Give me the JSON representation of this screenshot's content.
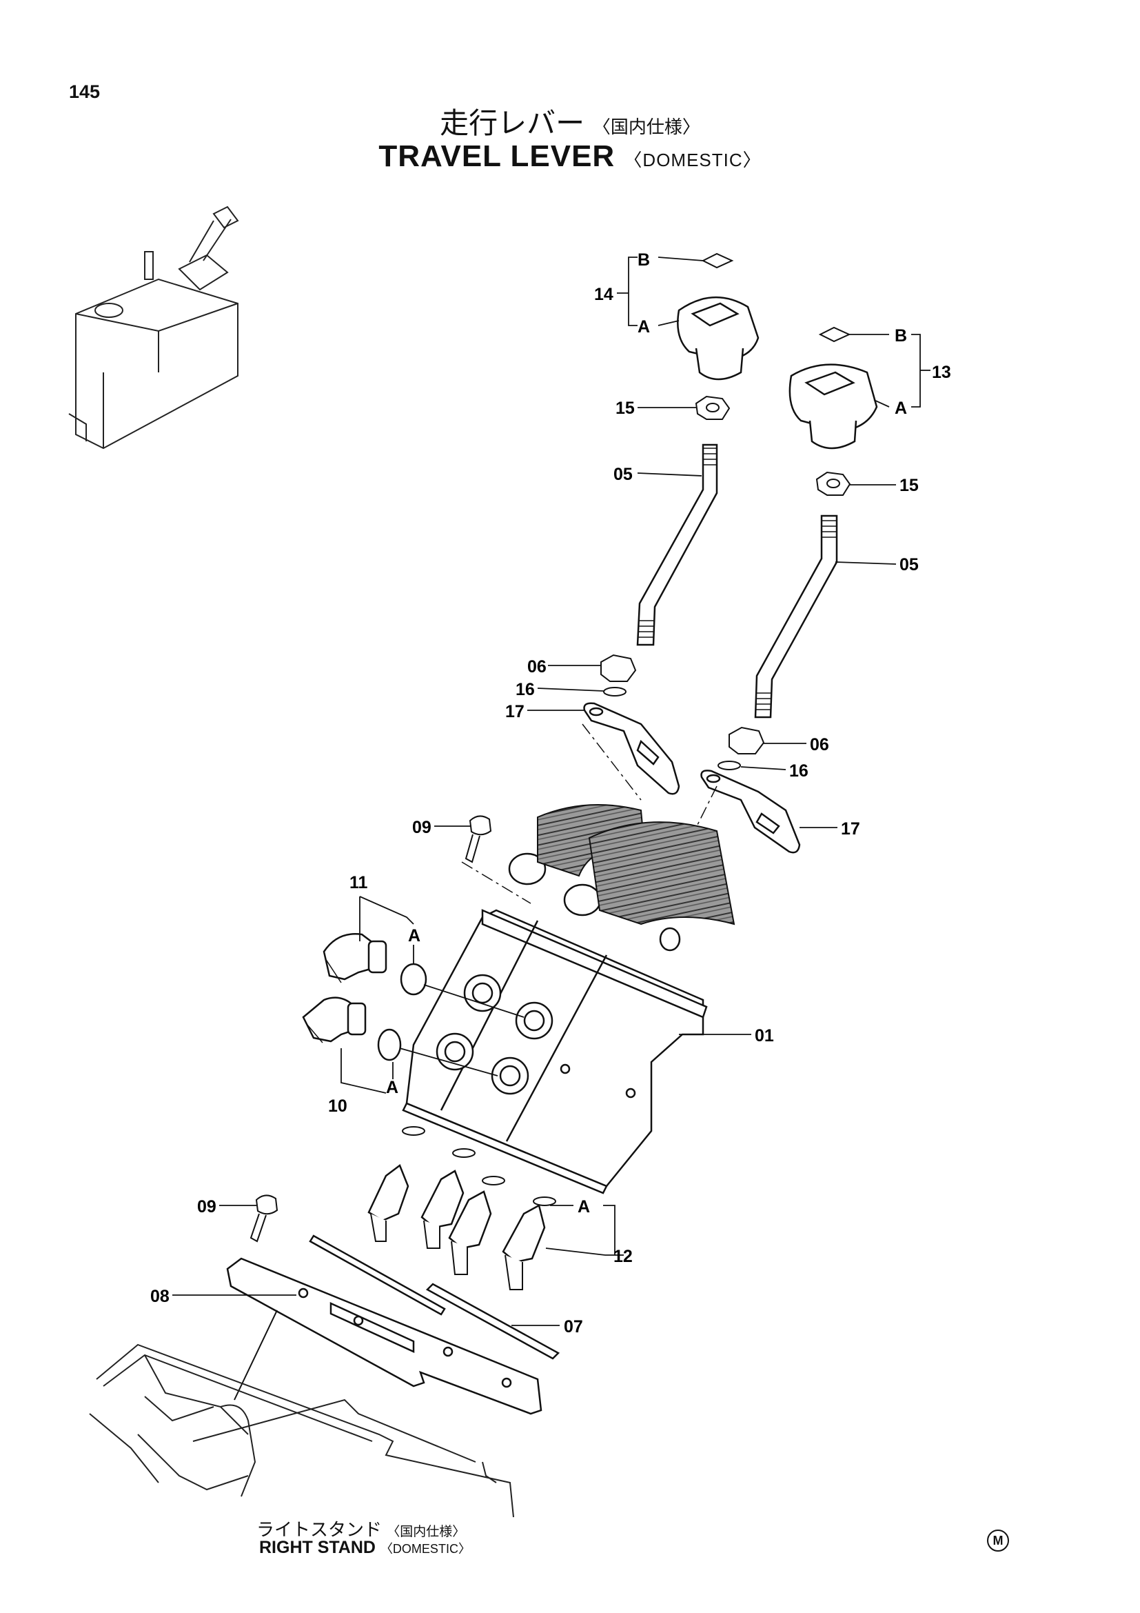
{
  "page_number": "145",
  "title": {
    "jp": "走行レバー",
    "jp_sub": "〈国内仕様〉",
    "en": "TRAVEL LEVER",
    "en_sub": "〈DOMESTIC〉"
  },
  "callouts": {
    "p14": "14",
    "pB_left": "B",
    "pA_left": "A",
    "p13": "13",
    "pB_right": "B",
    "pA_right": "A",
    "p15_left": "15",
    "p15_right": "15",
    "p05_left": "05",
    "p05_right": "05",
    "p06_left": "06",
    "p06_right": "06",
    "p16_left": "16",
    "p16_right": "16",
    "p17_left": "17",
    "p17_right": "17",
    "p09_top": "09",
    "p09_bottom": "09",
    "p11": "11",
    "pA_11": "A",
    "p10": "10",
    "pA_10": "A",
    "p01": "01",
    "p12": "12",
    "pA_12": "A",
    "p08": "08",
    "p07": "07"
  },
  "stand_label": {
    "jp": "ライトスタンド",
    "jp_sub": "〈国内仕様〉",
    "en": "RIGHT STAND",
    "en_sub": "〈DOMESTIC〉"
  },
  "mark": "M"
}
